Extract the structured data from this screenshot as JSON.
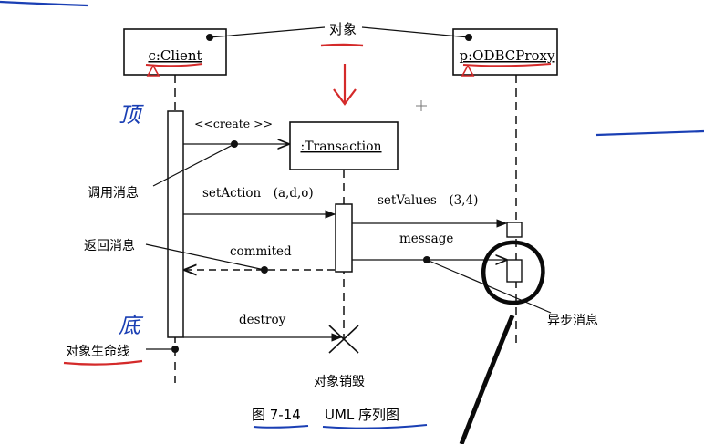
{
  "objects": {
    "client": "c:Client",
    "proxy": "p:ODBCProxy",
    "transaction": ":Transaction"
  },
  "annotations": {
    "object": "对象",
    "call_message": "调用消息",
    "return_message": "返回消息",
    "async_message": "异步消息",
    "lifeline": "对象生命线",
    "destroy_object": "对象销毁"
  },
  "messages": {
    "create": "<<create >>",
    "set_action": "setAction　(a,d,o)",
    "set_values": "setValues　(3,4)",
    "message": "message",
    "commited": "commited",
    "destroy": "destroy"
  },
  "caption": {
    "figure": "图 7-14",
    "title": "UML 序列图"
  },
  "handwriting": {
    "top": "顶",
    "bottom": "底"
  },
  "colors": {
    "ink": "#111111",
    "red_pen": "#d42a2a",
    "blue_pen": "#1a3fb4",
    "black_pen": "#0a0a0a"
  }
}
